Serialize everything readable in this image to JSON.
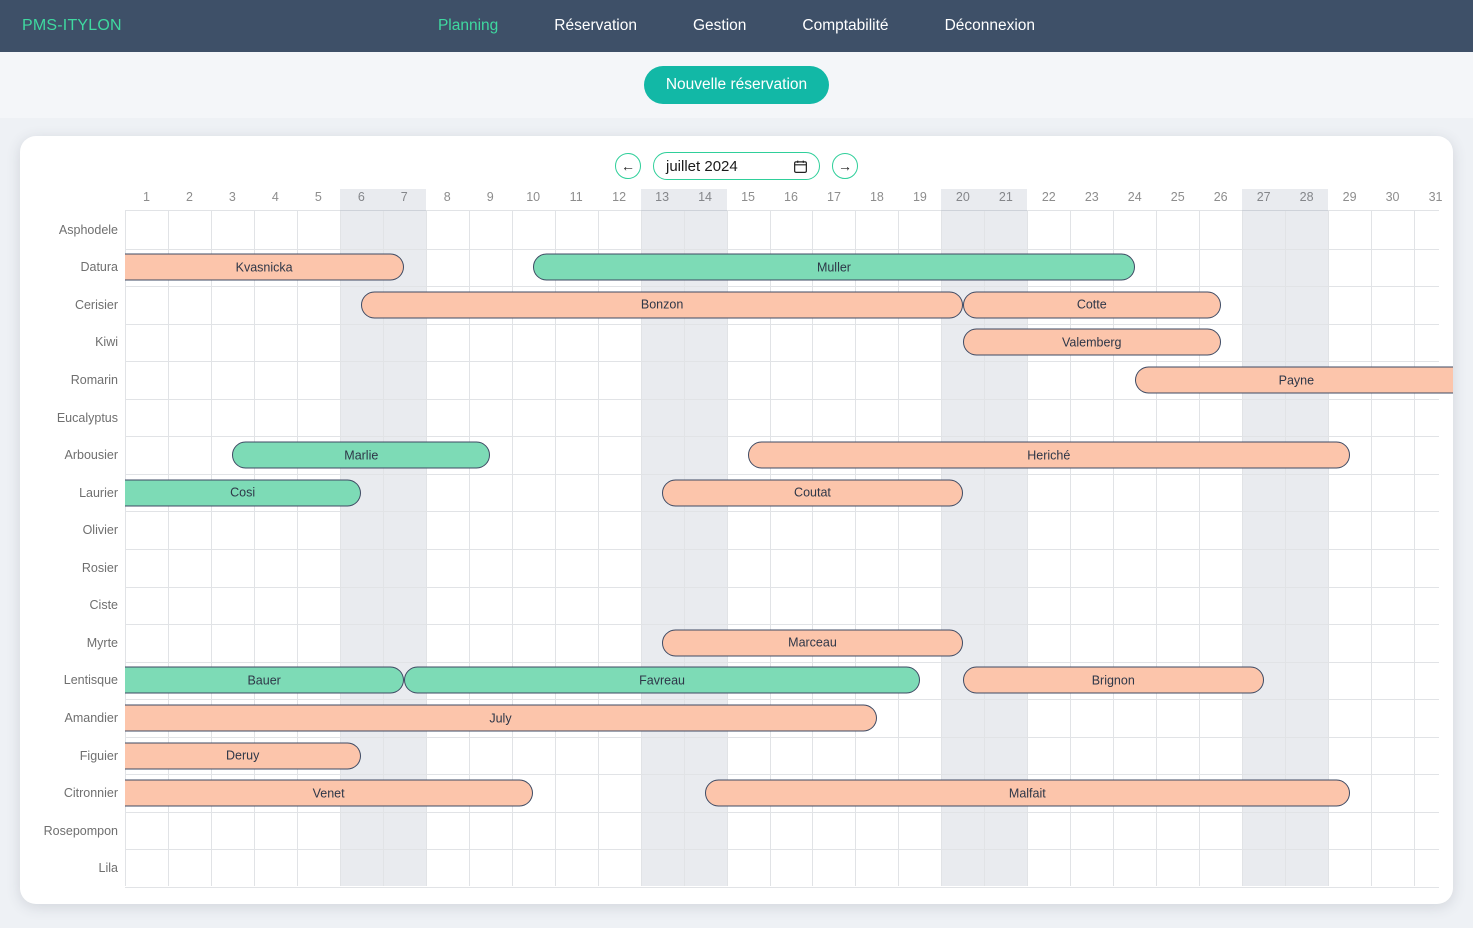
{
  "navbar": {
    "brand": "PMS-ITYLON",
    "links": [
      {
        "label": "Planning",
        "active": true
      },
      {
        "label": "Réservation",
        "active": false
      },
      {
        "label": "Gestion",
        "active": false
      },
      {
        "label": "Comptabilité",
        "active": false
      },
      {
        "label": "Déconnexion",
        "active": false
      }
    ]
  },
  "actions": {
    "new_reservation": "Nouvelle réservation"
  },
  "monthnav": {
    "prev": "←",
    "next": "→",
    "month_value": "juillet 2024",
    "calendar_icon": "calendar-icon"
  },
  "planning": {
    "days": [
      1,
      2,
      3,
      4,
      5,
      6,
      7,
      8,
      9,
      10,
      11,
      12,
      13,
      14,
      15,
      16,
      17,
      18,
      19,
      20,
      21,
      22,
      23,
      24,
      25,
      26,
      27,
      28,
      29,
      30,
      31
    ],
    "weekend_days": [
      6,
      7,
      13,
      14,
      20,
      21,
      27,
      28
    ],
    "rooms": [
      "Asphodele",
      "Datura",
      "Cerisier",
      "Kiwi",
      "Romarin",
      "Eucalyptus",
      "Arbousier",
      "Laurier",
      "Olivier",
      "Rosier",
      "Ciste",
      "Myrte",
      "Lentisque",
      "Amandier",
      "Figuier",
      "Citronnier",
      "Rosepompon",
      "Lila"
    ],
    "colors": {
      "peach": "#fcc5ab",
      "mint": "#7ddbb6",
      "bar_border": "#3e4a63",
      "weekend_shade": "rgba(70,90,120,.12)",
      "accent_green": "#2fcf9a",
      "brand_green": "#3fd9a0",
      "navbar_bg": "#3e5068",
      "button_teal": "#12b8a6"
    },
    "reservations": [
      {
        "room": "Datura",
        "guest": "Kvasnicka",
        "start": 1,
        "end": 7,
        "color": "peach",
        "clip_left": true,
        "clip_right": false
      },
      {
        "room": "Datura",
        "guest": "Muller",
        "start": 10,
        "end": 24,
        "color": "mint",
        "clip_left": false,
        "clip_right": false
      },
      {
        "room": "Cerisier",
        "guest": "Bonzon",
        "start": 6,
        "end": 20,
        "color": "peach",
        "clip_left": false,
        "clip_right": false
      },
      {
        "room": "Cerisier",
        "guest": "Cotte",
        "start": 20,
        "end": 26,
        "color": "peach",
        "clip_left": false,
        "clip_right": false
      },
      {
        "room": "Kiwi",
        "guest": "Valemberg",
        "start": 20,
        "end": 26,
        "color": "peach",
        "clip_left": false,
        "clip_right": false
      },
      {
        "room": "Romarin",
        "guest": "Payne",
        "start": 24,
        "end": 31,
        "color": "peach",
        "clip_left": false,
        "clip_right": true
      },
      {
        "room": "Arbousier",
        "guest": "Marlie",
        "start": 3,
        "end": 9,
        "color": "mint",
        "clip_left": false,
        "clip_right": false
      },
      {
        "room": "Arbousier",
        "guest": "Heriché",
        "start": 15,
        "end": 29,
        "color": "peach",
        "clip_left": false,
        "clip_right": false
      },
      {
        "room": "Laurier",
        "guest": "Cosi",
        "start": 1,
        "end": 6,
        "color": "mint",
        "clip_left": true,
        "clip_right": false
      },
      {
        "room": "Laurier",
        "guest": "Coutat",
        "start": 13,
        "end": 20,
        "color": "peach",
        "clip_left": false,
        "clip_right": false
      },
      {
        "room": "Myrte",
        "guest": "Marceau",
        "start": 13,
        "end": 20,
        "color": "peach",
        "clip_left": false,
        "clip_right": false
      },
      {
        "room": "Lentisque",
        "guest": "Bauer",
        "start": 1,
        "end": 7,
        "color": "mint",
        "clip_left": true,
        "clip_right": false
      },
      {
        "room": "Lentisque",
        "guest": "Favreau",
        "start": 7,
        "end": 19,
        "color": "mint",
        "clip_left": false,
        "clip_right": false
      },
      {
        "room": "Lentisque",
        "guest": "Brignon",
        "start": 20,
        "end": 27,
        "color": "peach",
        "clip_left": false,
        "clip_right": false
      },
      {
        "room": "Amandier",
        "guest": "July",
        "start": 1,
        "end": 18,
        "color": "peach",
        "clip_left": true,
        "clip_right": false
      },
      {
        "room": "Figuier",
        "guest": "Deruy",
        "start": 1,
        "end": 6,
        "color": "peach",
        "clip_left": true,
        "clip_right": false
      },
      {
        "room": "Citronnier",
        "guest": "Venet",
        "start": 1,
        "end": 10,
        "color": "peach",
        "clip_left": true,
        "clip_right": false
      },
      {
        "room": "Citronnier",
        "guest": "Malfait",
        "start": 14,
        "end": 29,
        "color": "peach",
        "clip_left": false,
        "clip_right": false
      }
    ]
  }
}
